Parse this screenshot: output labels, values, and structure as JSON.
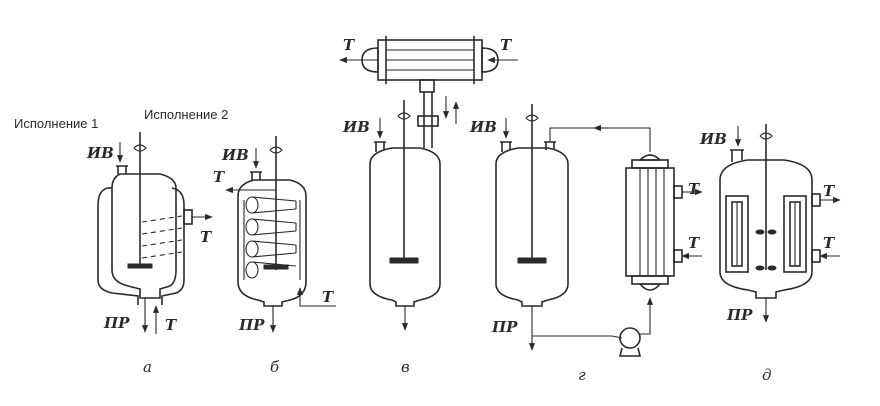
{
  "labels": {
    "variant_1": "Исполнение 1",
    "variant_2": "Исполнение 2",
    "feed": "ИВ",
    "product": "ПР",
    "heat": "Т"
  },
  "captions": {
    "a": "а",
    "b": "б",
    "v": "в",
    "g": "г",
    "d": "д"
  }
}
